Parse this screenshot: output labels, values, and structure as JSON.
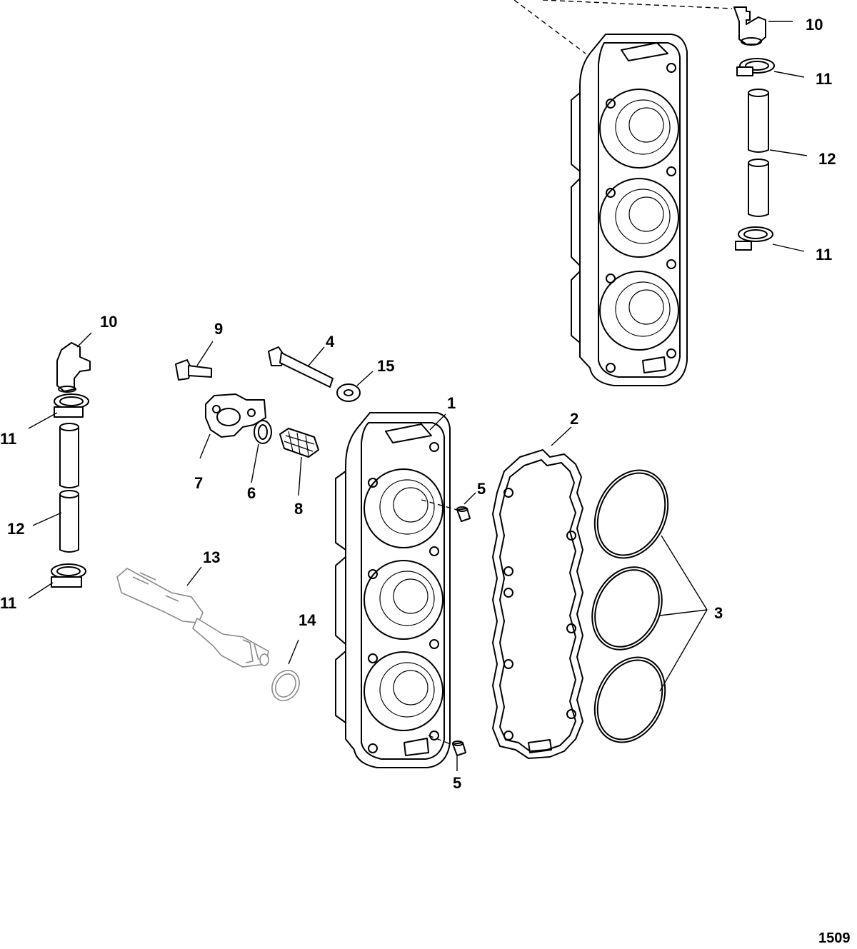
{
  "callouts": {
    "c1": "1",
    "c2": "2",
    "c3": "3",
    "c4": "4",
    "c5a": "5",
    "c5b": "5",
    "c6": "6",
    "c7": "7",
    "c8": "8",
    "c9": "9",
    "c10a": "10",
    "c10b": "10",
    "c11a": "11",
    "c11b": "11",
    "c11c": "11",
    "c11d": "11",
    "c12a": "12",
    "c12b": "12",
    "c13": "13",
    "c14": "14",
    "c15": "15"
  },
  "drawing_id": "1509",
  "colors": {
    "line": "#000000",
    "background": "#ffffff",
    "faded_part": "#8a8a8a"
  }
}
